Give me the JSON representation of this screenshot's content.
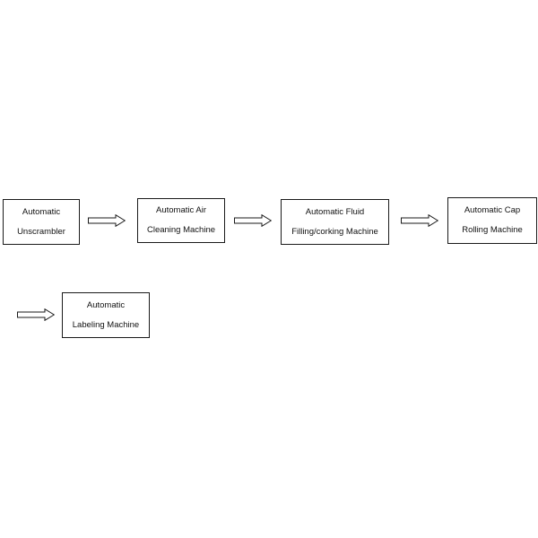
{
  "steps": [
    {
      "line1": "Automatic",
      "line2": "Unscrambler"
    },
    {
      "line1": "Automatic Air",
      "line2": "Cleaning Machine"
    },
    {
      "line1": "Automatic Fluid",
      "line2": "Filling/corking Machine"
    },
    {
      "line1": "Automatic Cap",
      "line2": "Rolling Machine"
    },
    {
      "line1": "Automatic",
      "line2": "Labeling Machine"
    }
  ],
  "colors": {
    "border": "#1a1a1a",
    "text": "#111111",
    "background": "#ffffff"
  }
}
